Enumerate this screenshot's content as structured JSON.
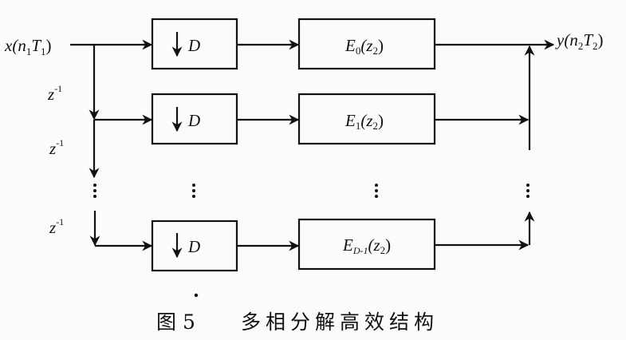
{
  "figure": {
    "input_label": {
      "base": "x(n",
      "sub1": "1",
      "mid": "T",
      "sub2": "1",
      "end": ")"
    },
    "output_label": {
      "base": "y(n",
      "sub1": "2",
      "mid": "T",
      "sub2": "2",
      "end": ")"
    },
    "delay_label": {
      "base": "z",
      "sup": "-1"
    },
    "decimator": {
      "arrow_icon": "down-arrow",
      "factor": "D"
    },
    "branches": [
      {
        "filter": {
          "base": "E",
          "sub": "0",
          "arg": "(z",
          "arg_sub": "2",
          "close": ")"
        }
      },
      {
        "filter": {
          "base": "E",
          "sub": "1",
          "arg": "(z",
          "arg_sub": "2",
          "close": ")"
        }
      },
      {
        "filter": {
          "base": "E",
          "sub": "D-1",
          "arg": "(z",
          "arg_sub": "2",
          "close": ")"
        }
      }
    ],
    "ellipsis": "⋮"
  },
  "caption": {
    "prefix": "图 5",
    "title": "多相分解高效结构"
  }
}
